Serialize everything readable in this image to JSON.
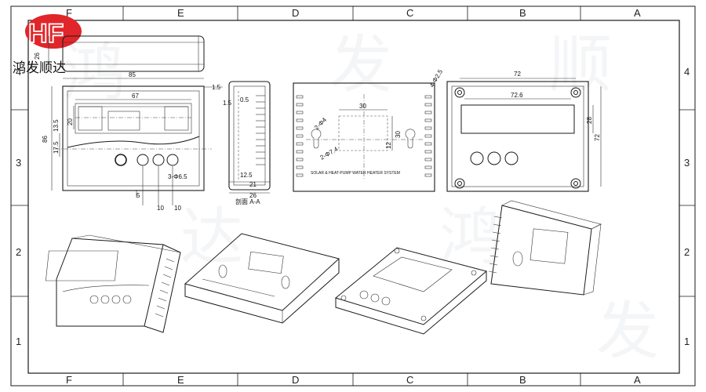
{
  "brand": {
    "logo_text": "HF",
    "name": "鸿发顺达"
  },
  "colors": {
    "logo_red": "#e0262a",
    "line": "#1a1a1a",
    "watermark": "#9aa7b8"
  },
  "columns": [
    "F",
    "E",
    "D",
    "C",
    "B",
    "A"
  ],
  "rows": [
    "4",
    "3",
    "2",
    "1"
  ],
  "front_view": {
    "width": "85",
    "height": "86",
    "top_thickness": "1.5",
    "window_width": "67",
    "d20": "20",
    "d13_5": "13.5",
    "d17_5": "17.5",
    "hole_pitch_a": "10",
    "hole_pitch_b": "10",
    "hole_note": "3-Φ6.5",
    "d5": "5"
  },
  "top_view": {
    "height": "26"
  },
  "section_view": {
    "d0_5": "0.5",
    "d1_5": "1.5",
    "d12_5": "12.5",
    "d21": "21",
    "d26": "26",
    "label": "剖面 A-A"
  },
  "back_view": {
    "window_width": "30",
    "window_height": "30",
    "d12": "12",
    "slot_note": "2-Φ4",
    "slot_note2": "2-Φ7.4",
    "caption": "SOLAR & HEAT-PUMP WATER HEATER SYSTEM"
  },
  "lid_view": {
    "outer_width": "72",
    "inner_width": "72.6",
    "mount_holes": "4-Φ2.5",
    "d28": "28",
    "d72": "72"
  },
  "watermarks": [
    "鸿",
    "发",
    "顺",
    "达",
    "鸿",
    "发"
  ]
}
